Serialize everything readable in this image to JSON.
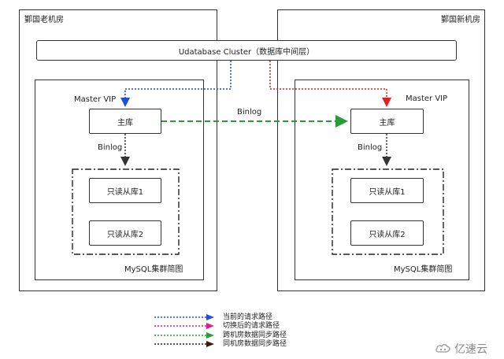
{
  "rooms": {
    "old": {
      "label": "鄞国老机房"
    },
    "new": {
      "label": "鄞国新机房"
    }
  },
  "cluster": {
    "label": "Udatabase Cluster（数据库中间层）"
  },
  "left": {
    "master_vip": "Master VIP",
    "master": "主库",
    "binlog": "Binlog",
    "replica1": "只读从库1",
    "replica2": "只读从库2",
    "diagram_label": "MySQL集群简图"
  },
  "right": {
    "master_vip": "Master VIP",
    "master": "主库",
    "binlog": "Binlog",
    "replica1": "只读从库1",
    "replica2": "只读从库2",
    "diagram_label": "MySQL集群简图"
  },
  "cross_binlog": "Binlog",
  "legend": [
    {
      "label": "当前的请求路径",
      "color": "#1f4fd8"
    },
    {
      "label": "切换后的请求路径",
      "color": "#d81f8a"
    },
    {
      "label": "跨机房数据同步路径",
      "color": "#2a9d3a"
    },
    {
      "label": "同机房数据同步路径",
      "color": "#222222"
    }
  ],
  "watermark": {
    "text": "亿速云",
    "icon": "cloud-logo-icon"
  }
}
